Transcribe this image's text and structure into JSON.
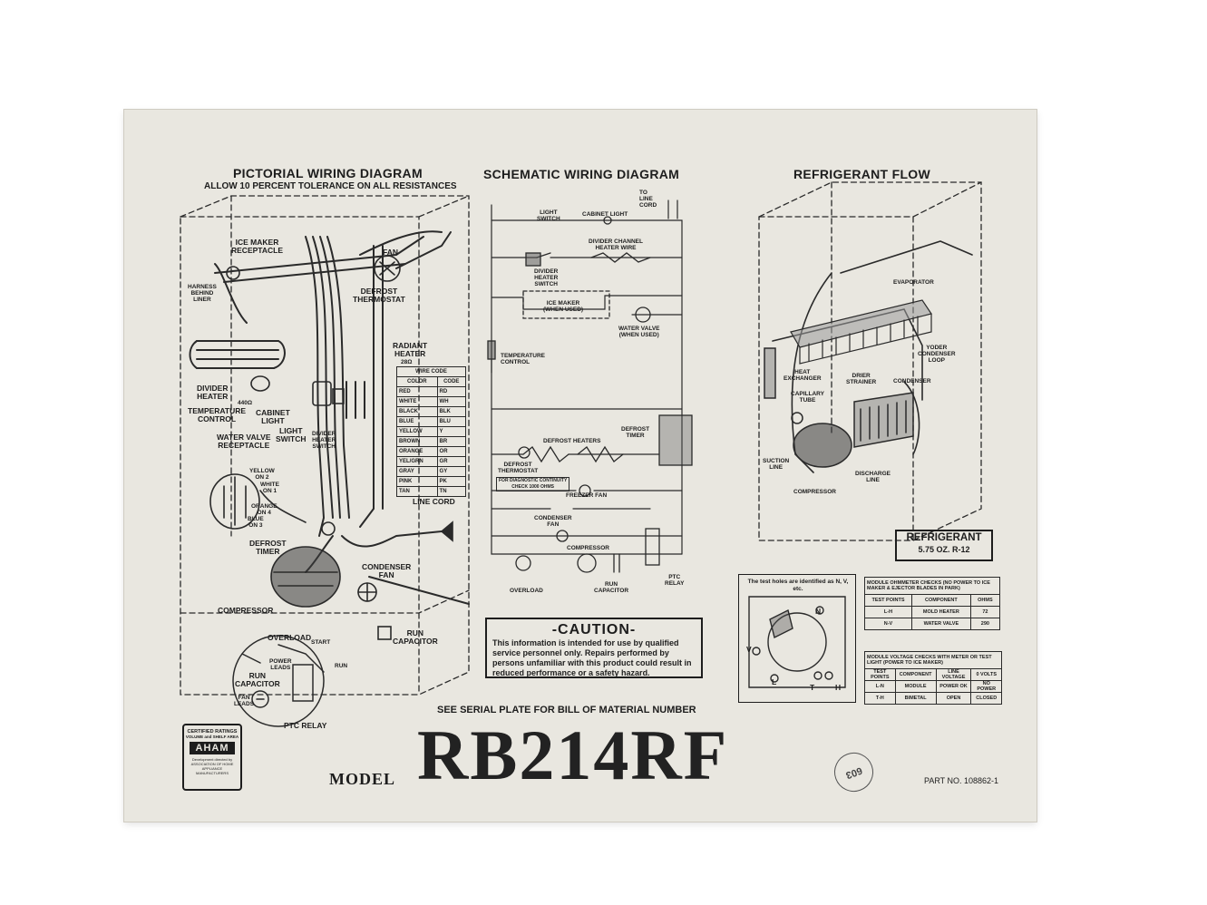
{
  "headings": {
    "pictorial": "PICTORIAL WIRING DIAGRAM",
    "pictorial_sub": "ALLOW 10 PERCENT TOLERANCE ON ALL RESISTANCES",
    "schematic": "SCHEMATIC WIRING DIAGRAM",
    "refrigerant": "REFRIGERANT FLOW"
  },
  "pictorial_labels": {
    "ice_maker_receptacle": "ICE MAKER\nRECEPTACLE",
    "fan": "FAN",
    "defrost_thermostat": "DEFROST\nTHERMOSTAT",
    "harness": "HARNESS\nBEHIND\nLINER",
    "radiant_heater": "RADIANT\nHEATER",
    "radiant_heater_ohms": "28Ω",
    "divider_heater": "DIVIDER\nHEATER",
    "divider_heater_ohms": "440Ω",
    "temperature_control": "TEMPERATURE\nCONTROL",
    "cabinet_light": "CABINET\nLIGHT",
    "light_switch": "LIGHT\nSWITCH",
    "divider_heater_switch": "DIVIDER\nHEATER\nSWITCH",
    "water_valve_receptacle": "WATER VALVE\nRECEPTACLE",
    "line_cord": "LINE CORD",
    "defrost_timer": "DEFROST\nTIMER",
    "condenser_fan": "CONDENSER\nFAN",
    "compressor": "COMPRESSOR",
    "overload": "OVERLOAD",
    "start": "START",
    "run": "RUN",
    "power_leads": "POWER\nLEADS",
    "run_capacitor_inset": "RUN\nCAPACITOR",
    "fan_leads": "FAN\nLEADS",
    "ptc_relay": "PTC RELAY",
    "run_capacitor": "RUN\nCAPACITOR",
    "timer_yellow": "YELLOW\nON 2",
    "timer_white": "WHITE\nON 1",
    "timer_orange": "ORANGE\nON 4",
    "timer_blue": "BLUE\nON 3"
  },
  "wire_code": {
    "title": "WIRE CODE",
    "headers": [
      "COLOR",
      "CODE"
    ],
    "rows": [
      [
        "RED",
        "RD"
      ],
      [
        "WHITE",
        "WH"
      ],
      [
        "BLACK",
        "BLK"
      ],
      [
        "BLUE",
        "BLU"
      ],
      [
        "YELLOW",
        "Y"
      ],
      [
        "BROWN",
        "BR"
      ],
      [
        "ORANGE",
        "OR"
      ],
      [
        "YEL/GRN",
        "GR"
      ],
      [
        "GRAY",
        "GY"
      ],
      [
        "PINK",
        "PK"
      ],
      [
        "TAN",
        "TN"
      ]
    ]
  },
  "schematic_labels": {
    "to_line_cord": "TO\nLINE\nCORD",
    "light_switch": "LIGHT\nSWITCH",
    "cabinet_light": "CABINET LIGHT",
    "divider_channel_heater_wire": "DIVIDER CHANNEL\nHEATER WIRE",
    "divider_heater_switch": "DIVIDER\nHEATER\nSWITCH",
    "ice_maker": "ICE MAKER\n(WHEN USED)",
    "water_valve": "WATER VALVE\n(WHEN USED)",
    "temperature_control": "TEMPERATURE\nCONTROL",
    "defrost_heaters": "DEFROST HEATERS",
    "defrost_timer": "DEFROST\nTIMER",
    "defrost_thermostat": "DEFROST\nTHERMOSTAT",
    "diagnostic_note": "FOR DIAGNOSTIC CONTINUITY\nCHECK 1000 OHMS",
    "freezer_fan": "FREEZER FAN",
    "condenser_fan": "CONDENSER\nFAN",
    "compressor": "COMPRESSOR",
    "overload": "OVERLOAD",
    "run_capacitor": "RUN\nCAPACITOR",
    "ptc_relay": "PTC\nRELAY"
  },
  "caution": {
    "title": "-CAUTION-",
    "body": "This information is intended for use by qualified service personnel only. Repairs performed by persons unfamiliar with this product could result in reduced performance or a safety hazard."
  },
  "refrigerant_labels": {
    "evaporator": "EVAPORATOR",
    "yoder_loop": "YODER\nCONDENSER\nLOOP",
    "heat_exchanger": "HEAT\nEXCHANGER",
    "capillary_tube": "CAPILLARY\nTUBE",
    "drier_strainer": "DRIER\nSTRAINER",
    "condenser": "CONDENSER",
    "suction_line": "SUCTION\nLINE",
    "compressor": "COMPRESSOR",
    "discharge_line": "DISCHARGE\nLINE"
  },
  "refrigerant_box": {
    "title": "REFRIGERANT",
    "spec": "5.75 OZ. R-12"
  },
  "test_holes": {
    "note": "The test holes are identified as N, V, etc.",
    "letters": [
      "N",
      "V",
      "L",
      "T",
      "H"
    ]
  },
  "ohmmeter_table": {
    "title": "MODULE OHMMETER CHECKS (NO POWER TO ICE MAKER & EJECTOR BLADES IN PARK)",
    "headers": [
      "TEST POINTS",
      "COMPONENT",
      "OHMS"
    ],
    "rows": [
      [
        "L-H",
        "MOLD HEATER",
        "72"
      ],
      [
        "N-V",
        "WATER VALVE",
        "290"
      ]
    ]
  },
  "voltage_table": {
    "title": "MODULE VOLTAGE CHECKS WITH METER OR TEST LIGHT (POWER TO ICE MAKER)",
    "headers": [
      "TEST POINTS",
      "COMPONENT",
      "LINE VOLTAGE",
      "0 VOLTS"
    ],
    "rows": [
      [
        "L-N",
        "MODULE",
        "POWER OK",
        "NO POWER"
      ],
      [
        "T-H",
        "BIMETAL",
        "OPEN",
        "CLOSED"
      ]
    ]
  },
  "footer": {
    "serial_note": "SEE SERIAL PLATE FOR BILL OF MATERIAL NUMBER",
    "model_label": "MODEL",
    "model_number": "RB214RF",
    "part_no": "PART NO. 108862-1",
    "stamp": "603"
  },
  "ahas": {
    "line1": "CERTIFIED RATINGS",
    "line2": "VOLUME and SHELF AREA",
    "logo": "AHAM",
    "line3": "Development directed by ASSOCIATION OF HOME APPLIANCE MANUFACTURERS"
  }
}
